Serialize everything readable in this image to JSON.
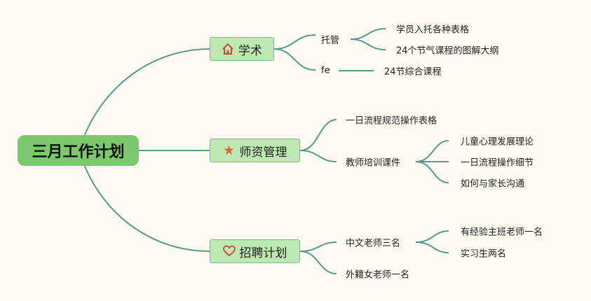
{
  "root": {
    "label": "三月工作计划"
  },
  "branches": [
    {
      "label": "学术",
      "icon": "house-icon",
      "children": [
        {
          "label": "托管",
          "children": [
            {
              "label": "学员入托各种表格"
            },
            {
              "label": "24个节气课程的图解大纲"
            }
          ]
        },
        {
          "label": "fe",
          "children": [
            {
              "label": "24节综合课程"
            }
          ]
        }
      ]
    },
    {
      "label": "师资管理",
      "icon": "star-icon",
      "children": [
        {
          "label": "一日流程规范操作表格"
        },
        {
          "label": "教师培训课件",
          "children": [
            {
              "label": "儿童心理发展理论"
            },
            {
              "label": "一日流程操作细节"
            },
            {
              "label": "如何与家长沟通"
            }
          ]
        }
      ]
    },
    {
      "label": "招聘计划",
      "icon": "heart-icon",
      "children": [
        {
          "label": "中文老师三名",
          "children": [
            {
              "label": "有经验主班老师一名"
            },
            {
              "label": "实习生两名"
            }
          ]
        },
        {
          "label": "外籍女老师一名"
        }
      ]
    }
  ],
  "colors": {
    "line": "#5a9a88",
    "root": "#7dc86e",
    "branch": "#bde8b2",
    "house": "#d0433f",
    "star": "#e8633a",
    "heart": "#d0433f"
  }
}
